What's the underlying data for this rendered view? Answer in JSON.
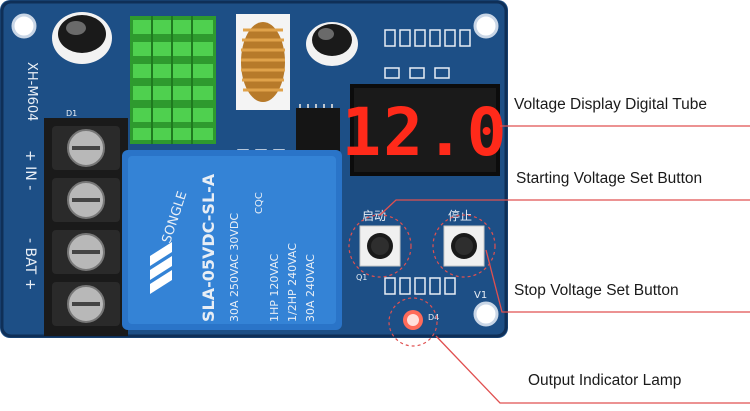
{
  "display": {
    "reading": "12.0"
  },
  "board": {
    "model_code": "XH-M604",
    "relay_brand": "SONGLE",
    "relay_model": "SLA-05VDC-SL-A",
    "relay_spec_1": "30A 250VAC 30VDC",
    "relay_spec_2": "1HP 120VAC",
    "relay_spec_3": "1/2HP 240VAC",
    "relay_spec_4": "30A 240VAC",
    "relay_cqc": "CQC",
    "terminal_in": "+ IN -",
    "terminal_bat": "- BAT +",
    "button_start_mark": "启动",
    "button_stop_mark": "停止",
    "led_mark": "D4",
    "silk_v1": "V1",
    "silk_q1": "Q1",
    "silk_d1": "D1"
  },
  "callouts": [
    {
      "id": "display",
      "label": "Voltage Display Digital Tube"
    },
    {
      "id": "start",
      "label": "Starting Voltage Set Button"
    },
    {
      "id": "stop",
      "label": "Stop Voltage Set Button"
    },
    {
      "id": "lamp",
      "label": "Output Indicator Lamp"
    }
  ],
  "colors": {
    "pcb": "#1d4f86",
    "pcb_edge": "#0f2f57",
    "relay": "#2a74c8",
    "display_digits": "#ff2a1a",
    "heatsink": "#3fbf3f",
    "callout_line": "#e05050"
  }
}
